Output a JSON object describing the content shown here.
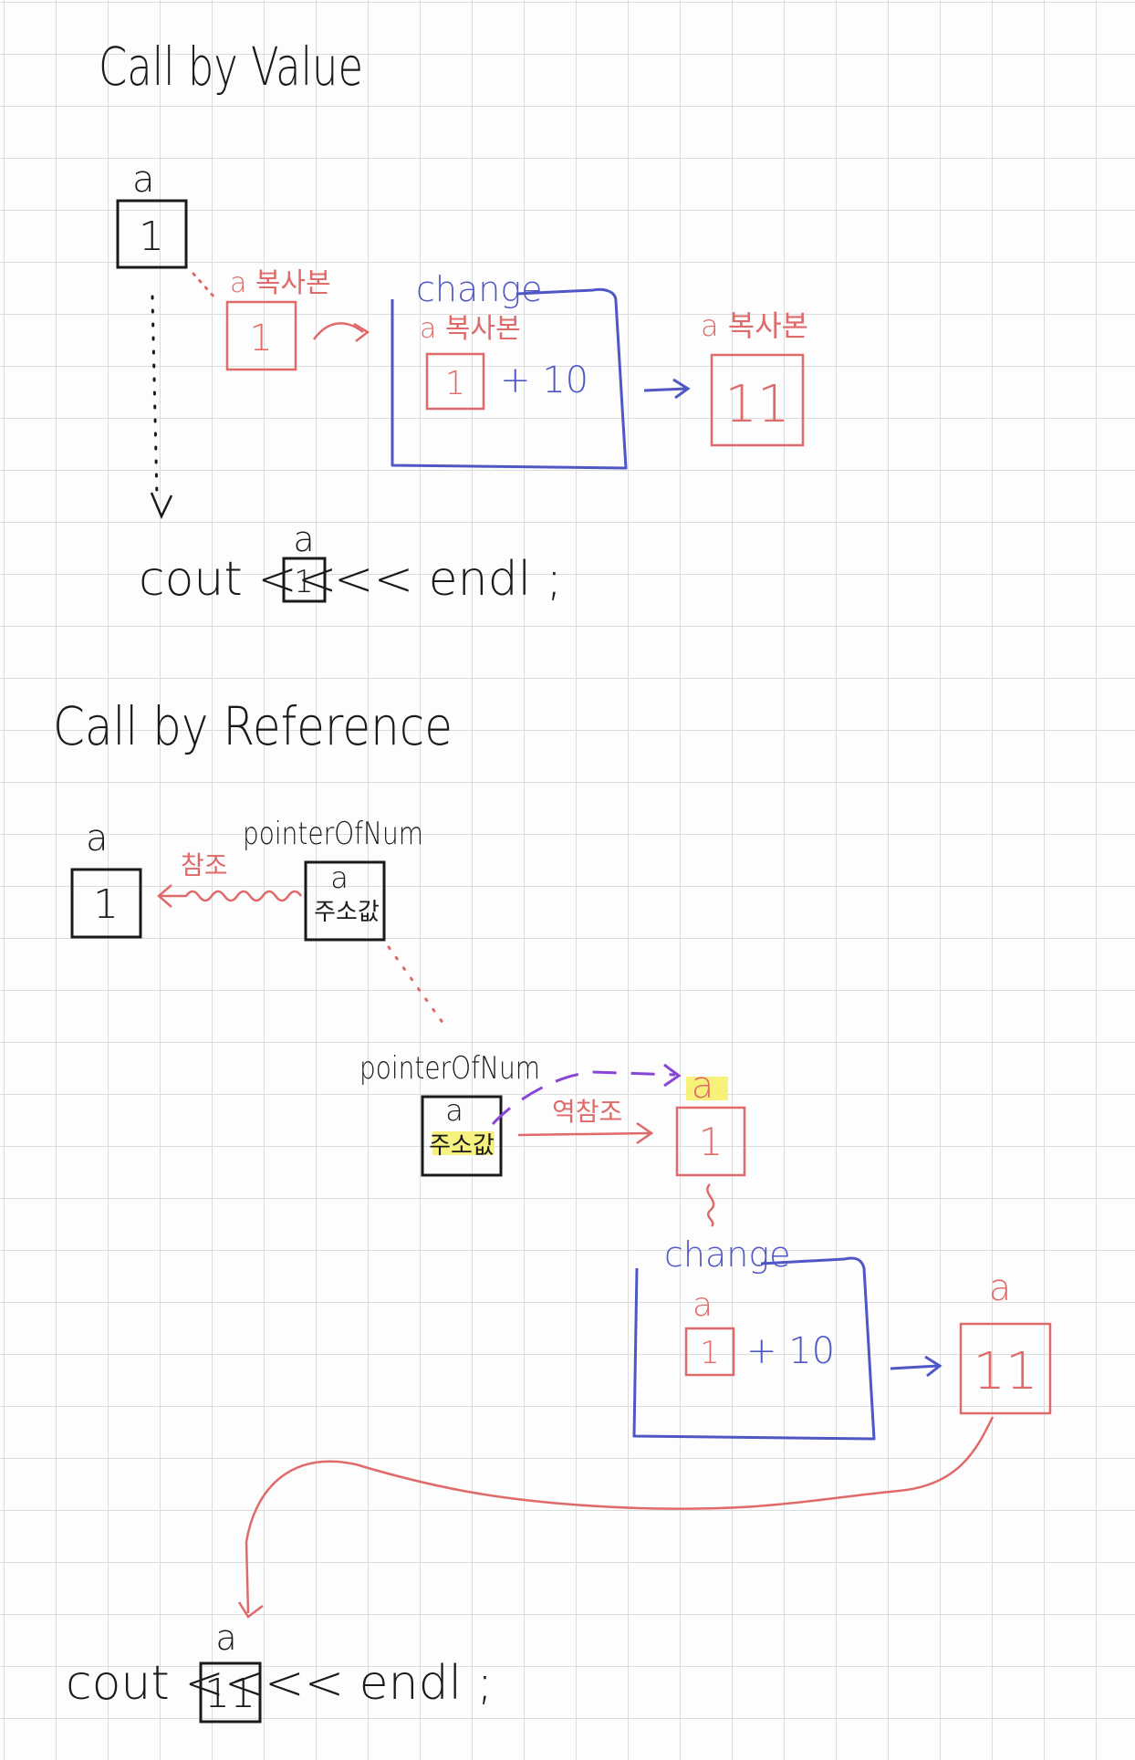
{
  "colors": {
    "ink": "#1a1a1a",
    "red": "#e06a6a",
    "blue": "#4f57c4",
    "purple": "#8a45d6",
    "highlight": "#f6f06a"
  },
  "value_section": {
    "title": "Call by Value",
    "var_label": "a",
    "var_value": "1",
    "copy_label": "a 복사본",
    "copy_value": "1",
    "func_label": "change",
    "inner_label": "a 복사본",
    "inner_value": "1",
    "plus_ten": "+ 10",
    "result_label": "a 복사본",
    "result_value": "11",
    "cout_prefix": "cout <<",
    "cout_var_label": "a",
    "cout_value": "1",
    "cout_suffix": "<< endl ;"
  },
  "reference_section": {
    "title": "Call by Reference",
    "var_label": "a",
    "var_value": "1",
    "ref_label": "참조",
    "pointer_label": "pointerOfNum",
    "pointer_var": "a",
    "pointer_value": "주소값",
    "pointer2_label": "pointerOfNum",
    "pointer2_var": "a",
    "pointer2_value": "주소값",
    "deref_label": "역참조",
    "target_label": "a",
    "target_value": "1",
    "func_label": "change",
    "inner_label": "a",
    "inner_value": "1",
    "plus_ten": "+ 10",
    "result_label": "a",
    "result_value": "11",
    "cout_prefix": "cout <<",
    "cout_var_label": "a",
    "cout_value": "11",
    "cout_suffix": "<< endl ;"
  }
}
